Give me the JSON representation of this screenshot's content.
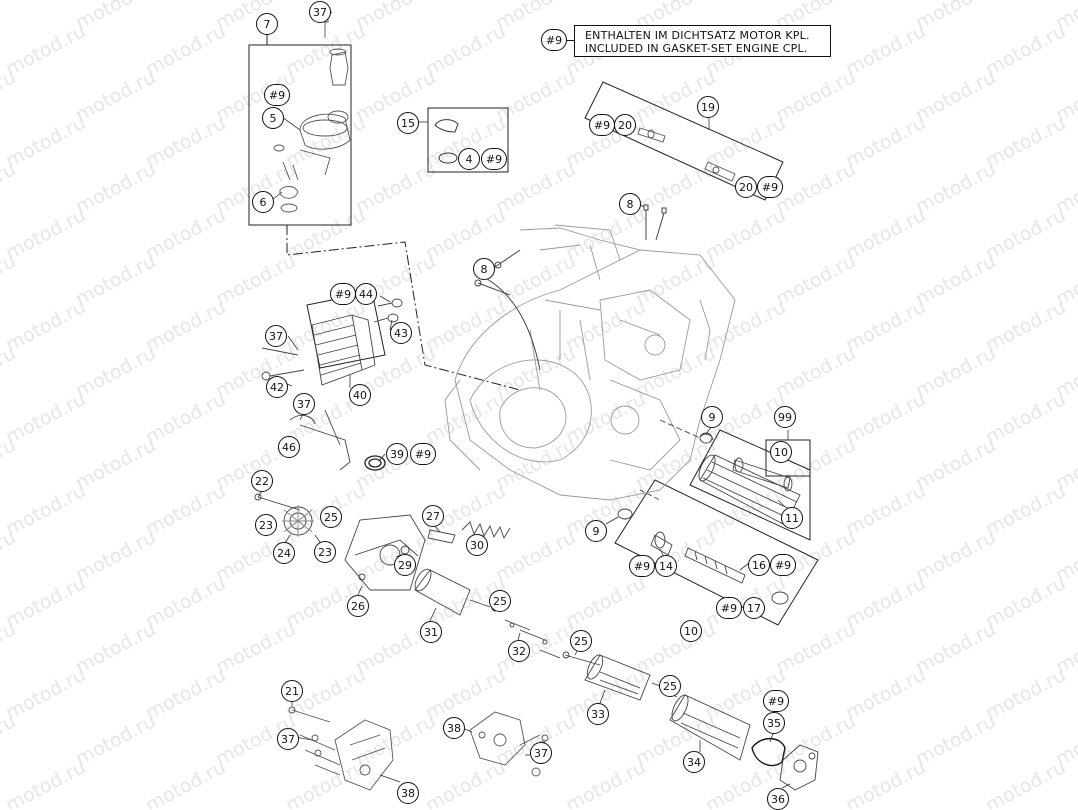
{
  "legend": {
    "ref_label": "#9",
    "line_de": "ENTHALTEN IM DICHTSATZ MOTOR KPL.",
    "line_en": "INCLUDED IN GASKET-SET ENGINE CPL."
  },
  "watermark": {
    "text": "motod.ru",
    "color": "#e6e6e6"
  },
  "callouts": [
    {
      "id": "c7",
      "label": "7"
    },
    {
      "id": "c37a",
      "label": "37"
    },
    {
      "id": "c9a",
      "label": "#9"
    },
    {
      "id": "c5",
      "label": "5"
    },
    {
      "id": "c6",
      "label": "6"
    },
    {
      "id": "c15",
      "label": "15"
    },
    {
      "id": "c4",
      "label": "4"
    },
    {
      "id": "c9b",
      "label": "#9"
    },
    {
      "id": "c19",
      "label": "19"
    },
    {
      "id": "c9c",
      "label": "#9"
    },
    {
      "id": "c20a",
      "label": "20"
    },
    {
      "id": "c20b",
      "label": "20"
    },
    {
      "id": "c9d",
      "label": "#9"
    },
    {
      "id": "c8a",
      "label": "8"
    },
    {
      "id": "c8b",
      "label": "8"
    },
    {
      "id": "c9e",
      "label": "#9"
    },
    {
      "id": "c44",
      "label": "44"
    },
    {
      "id": "c43",
      "label": "43"
    },
    {
      "id": "c37b",
      "label": "37"
    },
    {
      "id": "c42",
      "label": "42"
    },
    {
      "id": "c40",
      "label": "40"
    },
    {
      "id": "c37c",
      "label": "37"
    },
    {
      "id": "c46",
      "label": "46"
    },
    {
      "id": "c39",
      "label": "39"
    },
    {
      "id": "c9f",
      "label": "#9"
    },
    {
      "id": "c9g",
      "label": "9"
    },
    {
      "id": "c99",
      "label": "99"
    },
    {
      "id": "c10a",
      "label": "10"
    },
    {
      "id": "c11",
      "label": "11"
    },
    {
      "id": "c22",
      "label": "22"
    },
    {
      "id": "c25a",
      "label": "25"
    },
    {
      "id": "c23a",
      "label": "23"
    },
    {
      "id": "c27",
      "label": "27"
    },
    {
      "id": "c23b",
      "label": "23"
    },
    {
      "id": "c24",
      "label": "24"
    },
    {
      "id": "c30",
      "label": "30"
    },
    {
      "id": "c29",
      "label": "29"
    },
    {
      "id": "c9h",
      "label": "9"
    },
    {
      "id": "c9i",
      "label": "#9"
    },
    {
      "id": "c14",
      "label": "14"
    },
    {
      "id": "c16",
      "label": "16"
    },
    {
      "id": "c9j",
      "label": "#9"
    },
    {
      "id": "c26",
      "label": "26"
    },
    {
      "id": "c25b",
      "label": "25"
    },
    {
      "id": "c9k",
      "label": "#9"
    },
    {
      "id": "c17",
      "label": "17"
    },
    {
      "id": "c31",
      "label": "31"
    },
    {
      "id": "c10b",
      "label": "10"
    },
    {
      "id": "c25c",
      "label": "25"
    },
    {
      "id": "c32",
      "label": "32"
    },
    {
      "id": "c25d",
      "label": "25"
    },
    {
      "id": "c21",
      "label": "21"
    },
    {
      "id": "c33",
      "label": "33"
    },
    {
      "id": "c9l",
      "label": "#9"
    },
    {
      "id": "c35",
      "label": "35"
    },
    {
      "id": "c38a",
      "label": "38"
    },
    {
      "id": "c37d",
      "label": "37"
    },
    {
      "id": "c37e",
      "label": "37"
    },
    {
      "id": "c34",
      "label": "34"
    },
    {
      "id": "c38b",
      "label": "38"
    },
    {
      "id": "c36",
      "label": "36"
    }
  ]
}
